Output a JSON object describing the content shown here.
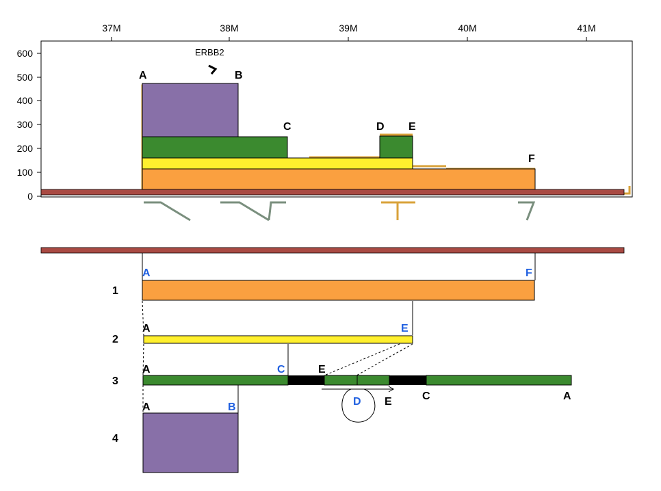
{
  "colors": {
    "orange": "#FAA040",
    "yellow": "#FFF02E",
    "green": "#3B8A2F",
    "purple": "#8870A8",
    "chromosome": "#A94A43",
    "gold": "#D8A23A",
    "gray_link": "#7A8F7E",
    "blue_label": "#1F5FE0",
    "black_segment": "#000000"
  },
  "top_panel": {
    "x_ticks": [
      "37M",
      "38M",
      "39M",
      "40M",
      "41M"
    ],
    "y_ticks": [
      "0",
      "100",
      "200",
      "300",
      "400",
      "500",
      "600"
    ],
    "gene_label": "ERBB2",
    "gene_arrow": "arrow-right-icon",
    "breakpoint_labels": [
      "A",
      "B",
      "C",
      "D",
      "E",
      "F"
    ]
  },
  "bottom_panel": {
    "row_numbers": [
      "1",
      "2",
      "3",
      "4"
    ],
    "row1": {
      "left": "A",
      "right": "F"
    },
    "row2": {
      "left": "A",
      "right": "E"
    },
    "row3": {
      "left": "A",
      "c_blue": "C",
      "e": "E",
      "d_circle": "D",
      "e2": "E",
      "c2": "C",
      "a2": "A"
    },
    "row4": {
      "left": "A",
      "right": "B"
    }
  }
}
